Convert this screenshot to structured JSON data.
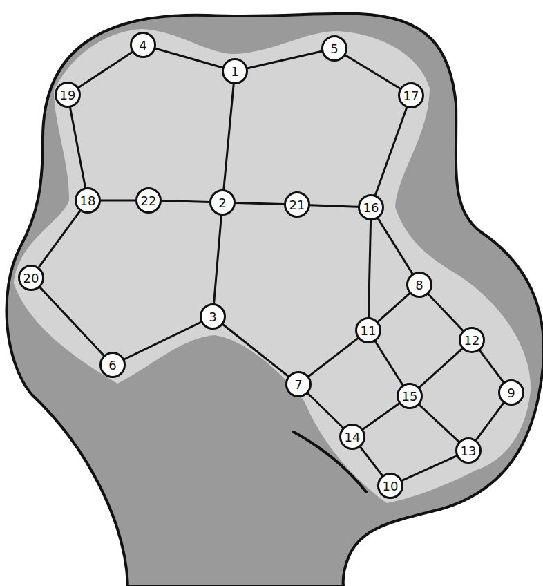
{
  "diagram": {
    "nodes": [
      {
        "text": [
          "4"
        ]
      },
      {
        "text": [
          "5"
        ]
      },
      {
        "text": [
          "1"
        ]
      },
      {
        "text": [
          "19"
        ]
      },
      {
        "text": [
          "17"
        ]
      },
      {
        "text": [
          "18"
        ]
      },
      {
        "text": [
          "22"
        ]
      },
      {
        "text": [
          "2"
        ]
      },
      {
        "text": [
          "21"
        ]
      },
      {
        "text": [
          "16"
        ]
      },
      {
        "text": [
          "20"
        ]
      },
      {
        "text": [
          "8"
        ]
      },
      {
        "text": [
          "3"
        ]
      },
      {
        "text": [
          "11"
        ]
      },
      {
        "text": [
          "12"
        ]
      },
      {
        "text": [
          "6"
        ]
      },
      {
        "text": [
          "7"
        ]
      },
      {
        "text": [
          "15"
        ]
      },
      {
        "text": [
          "9"
        ]
      },
      {
        "text": [
          "14"
        ]
      },
      {
        "text": [
          "13"
        ]
      },
      {
        "text": [
          "10"
        ]
      }
    ],
    "edges": [
      {
        "from": 0,
        "to": 2,
        "arrow": "none"
      },
      {
        "from": 2,
        "to": 1,
        "arrow": "none"
      },
      {
        "from": 0,
        "to": 3,
        "arrow": "none"
      },
      {
        "from": 3,
        "to": 5,
        "arrow": "none"
      },
      {
        "from": 1,
        "to": 4,
        "arrow": "none"
      },
      {
        "from": 4,
        "to": 9,
        "arrow": "none"
      },
      {
        "from": 2,
        "to": 7,
        "arrow": "none"
      },
      {
        "from": 5,
        "to": 6,
        "arrow": "none"
      },
      {
        "from": 6,
        "to": 7,
        "arrow": "none"
      },
      {
        "from": 7,
        "to": 8,
        "arrow": "none"
      },
      {
        "from": 8,
        "to": 9,
        "arrow": "none"
      },
      {
        "from": 5,
        "to": 10,
        "arrow": "none"
      },
      {
        "from": 10,
        "to": 15,
        "arrow": "none"
      },
      {
        "from": 15,
        "to": 12,
        "arrow": "none"
      },
      {
        "from": 7,
        "to": 12,
        "arrow": "none"
      },
      {
        "from": 12,
        "to": 16,
        "arrow": "none"
      },
      {
        "from": 9,
        "to": 13,
        "arrow": "none"
      },
      {
        "from": 9,
        "to": 11,
        "arrow": "none"
      },
      {
        "from": 11,
        "to": 13,
        "arrow": "none"
      },
      {
        "from": 11,
        "to": 14,
        "arrow": "none"
      },
      {
        "from": 13,
        "to": 16,
        "arrow": "none"
      },
      {
        "from": 13,
        "to": 17,
        "arrow": "none"
      },
      {
        "from": 14,
        "to": 17,
        "arrow": "none"
      },
      {
        "from": 14,
        "to": 18,
        "arrow": "none"
      },
      {
        "from": 18,
        "to": 20,
        "arrow": "none"
      },
      {
        "from": 17,
        "to": 20,
        "arrow": "none"
      },
      {
        "from": 17,
        "to": 19,
        "arrow": "none"
      },
      {
        "from": 16,
        "to": 19,
        "arrow": "none"
      },
      {
        "from": 19,
        "to": 21,
        "arrow": "none"
      },
      {
        "from": 21,
        "to": 20,
        "arrow": "none"
      }
    ]
  }
}
